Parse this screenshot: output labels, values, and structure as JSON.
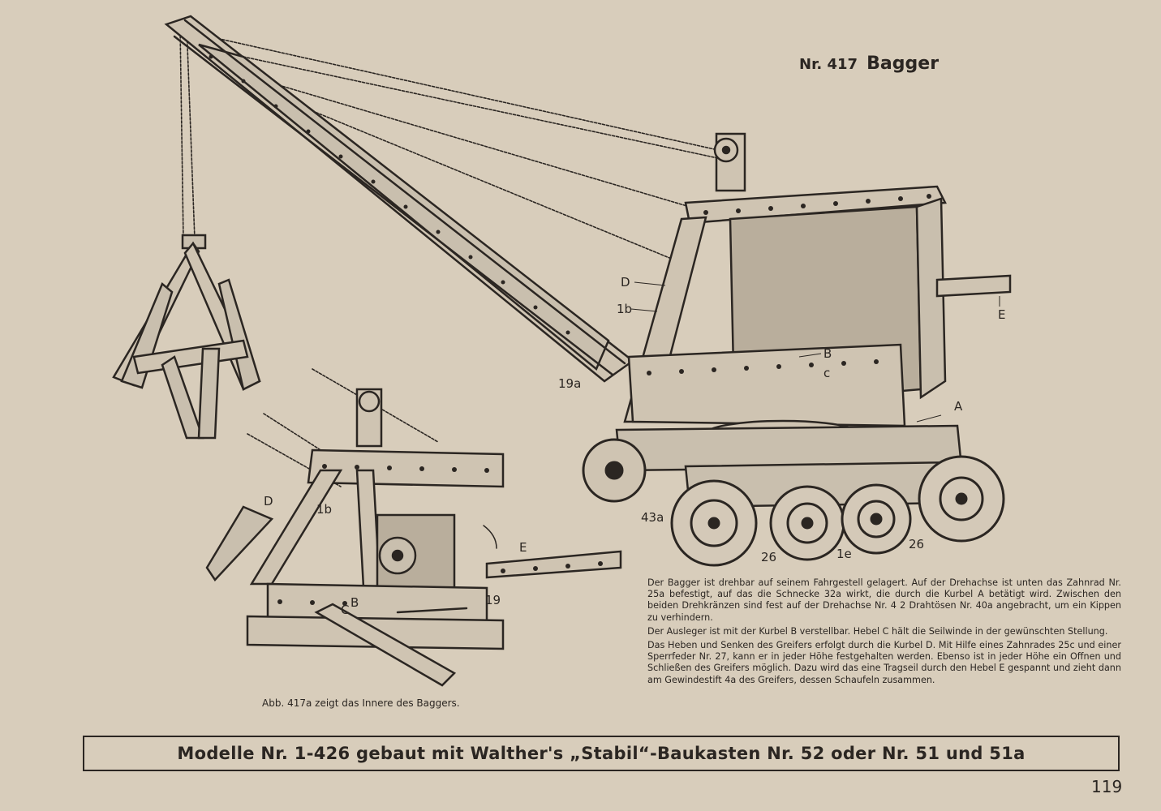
{
  "header": {
    "model_number": "Nr. 417",
    "model_name": "Bagger"
  },
  "labels": {
    "D": "D",
    "1b": "1b",
    "19a": "19a",
    "B": "B",
    "c": "c",
    "E": "E",
    "A": "A",
    "43a": "43a",
    "26": "26",
    "1e": "1e",
    "D2": "D",
    "1b2": "1b",
    "C2": "C",
    "B2": "B",
    "E2": "E",
    "19": "19"
  },
  "caption": "Abb. 417a zeigt das Innere des Baggers.",
  "description": [
    "Der Bagger ist drehbar auf seinem Fahrgestell gelagert. Auf der Drehachse ist unten das Zahnrad Nr. 25a befestigt, auf das die Schnecke 32a wirkt, die durch die Kurbel A betätigt wird. Zwischen den beiden Drehkränzen sind fest auf der Drehachse Nr. 4 2 Drahtösen Nr. 40a angebracht, um ein Kippen zu verhindern.",
    "Der Ausleger ist mit der Kurbel B verstellbar. Hebel C hält die Seilwinde in der gewünschten Stellung.",
    "Das Heben und Senken des Greifers erfolgt durch die Kurbel D. Mit Hilfe eines Zahnrades 25c und einer Sperrfeder Nr. 27, kann er in jeder Höhe festgehalten werden. Ebenso ist in jeder Höhe ein Offnen und Schließen des Greifers möglich. Dazu wird das eine Tragseil durch den Hebel E gespannt und zieht dann am Gewindestift 4a des Greifers, dessen Schaufeln zusammen."
  ],
  "banner": "Modelle Nr. 1-426 gebaut mit Walther's „Stabil“-Baukasten Nr. 52 oder Nr. 51 und 51a",
  "page_number": "119",
  "colors": {
    "paper": "#d8cdbb",
    "ink": "#2b2622",
    "plate": "#c9bfae"
  }
}
